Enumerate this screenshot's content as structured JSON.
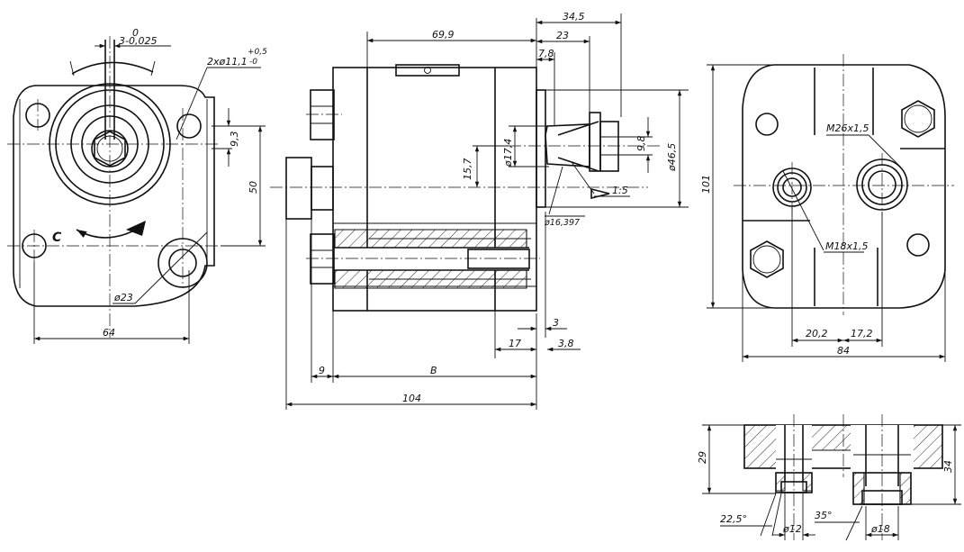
{
  "front_view": {
    "shaft_tolerance_upper": "0",
    "shaft_tolerance": "3-0,025",
    "holes": "2xø11,1",
    "holes_tol_upper": "+0,5",
    "holes_tol_lower": "-0",
    "dim_9_3": "9,3",
    "dim_50": "50",
    "dim_64": "64",
    "dim_23": "ø23",
    "rotation": "C"
  },
  "side_view": {
    "dim_69_9": "69,9",
    "dim_34_5": "34,5",
    "dim_23": "23",
    "dim_7_8": "7,8",
    "dim_17_4": "ø17,4",
    "dim_15_7": "15,7",
    "dim_9_8": "9,8",
    "dim_46_5": "ø46,5",
    "taper": "1:5",
    "dim_16_397": "ø16,397",
    "dim_3": "3",
    "dim_17": "17",
    "dim_3_8": "3,8",
    "dim_9": "9",
    "dim_B": "B",
    "dim_104": "104"
  },
  "rear_view": {
    "thread_outlet": "M26x1,5",
    "thread_inlet": "M18x1,5",
    "dim_101": "101",
    "dim_20_2": "20,2",
    "dim_17_2": "17,2",
    "dim_84": "84"
  },
  "section_view": {
    "dim_29": "29",
    "dim_34": "34",
    "angle_22_5": "22,5°",
    "dim_12": "ø12",
    "angle_35": "35°",
    "dim_18": "ø18"
  }
}
